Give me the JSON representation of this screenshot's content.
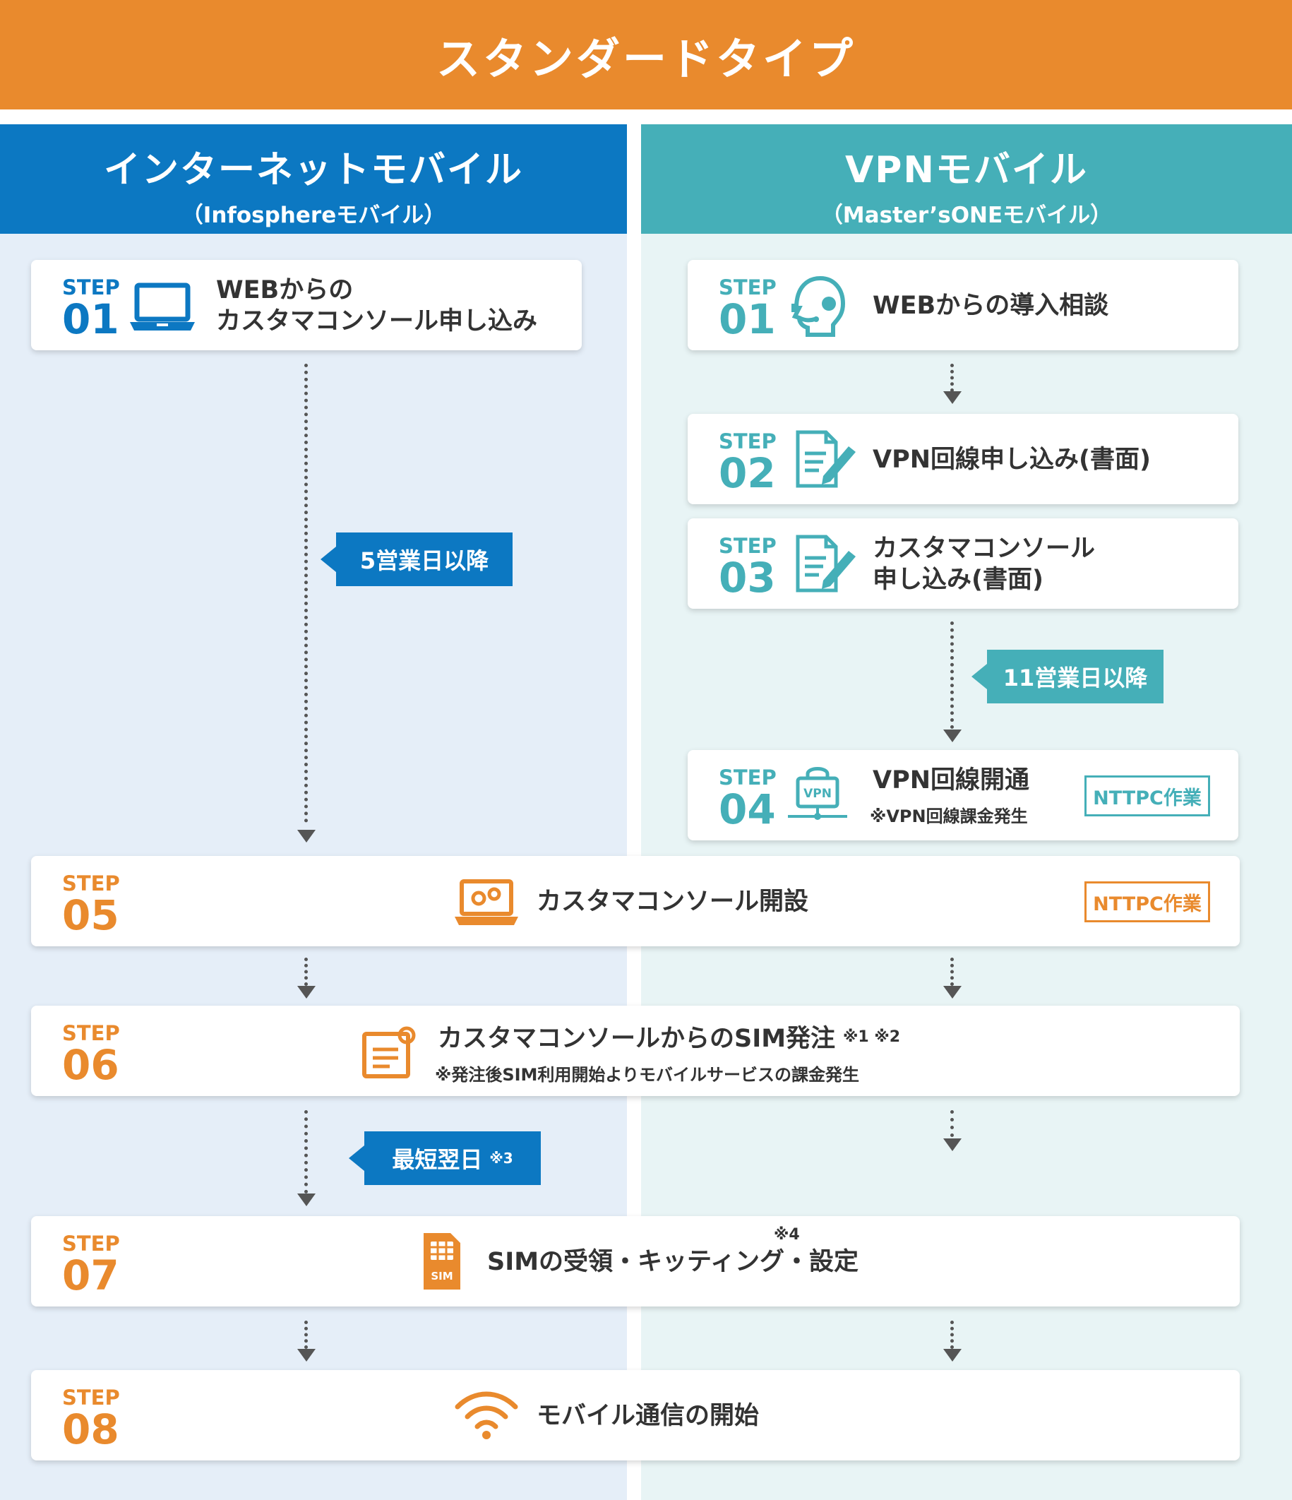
{
  "title": "スタンダードタイプ",
  "left_column": {
    "title": "インターネットモバイル",
    "subtitle": "（Infosphereモバイル）"
  },
  "right_column": {
    "title": "VPNモバイル",
    "subtitle": "（Master’sONEモバイル）"
  },
  "step_word": "STEP",
  "left_steps": [
    {
      "num": "01",
      "line1": "WEBからの",
      "line2": "カスタマコンソール申し込み",
      "icon": "laptop-icon"
    }
  ],
  "right_steps": [
    {
      "num": "01",
      "text": "WEBからの導入相談",
      "icon": "headset-icon"
    },
    {
      "num": "02",
      "text": "VPN回線申し込み(書面)",
      "icon": "document-pen-icon"
    },
    {
      "num": "03",
      "line1": "カスタマコンソール",
      "line2": "申し込み(書面)",
      "icon": "document-pen-icon"
    },
    {
      "num": "04",
      "text": "VPN回線開通",
      "note": "※VPN回線課金発生",
      "tag": "NTTPC作業",
      "icon": "vpn-lock-icon"
    }
  ],
  "shared_steps": [
    {
      "num": "05",
      "text": "カスタマコンソール開設",
      "tag": "NTTPC作業",
      "icon": "laptop-gears-icon"
    },
    {
      "num": "06",
      "text": "カスタマコンソールからのSIM発注",
      "marks": "※1 ※2",
      "note": "※発注後SIM利用開始よりモバイルサービスの課金発生",
      "icon": "order-form-icon"
    },
    {
      "num": "07",
      "text": "SIMの受領・キッティング・設定",
      "mark": "※4",
      "icon": "sim-card-icon"
    },
    {
      "num": "08",
      "text": "モバイル通信の開始",
      "icon": "wifi-icon"
    }
  ],
  "callouts": {
    "left_wait": "5営業日以降",
    "right_wait": "11営業日以降",
    "next_day": "最短翌日",
    "next_day_mark": "※3"
  },
  "sim_label": "SIM",
  "vpn_label": "VPN",
  "colors": {
    "orange": "#E98A2D",
    "blue": "#0C78C2",
    "teal": "#45AFB8",
    "left_bg": "#E5EEF8",
    "right_bg": "#E8F4F5"
  }
}
